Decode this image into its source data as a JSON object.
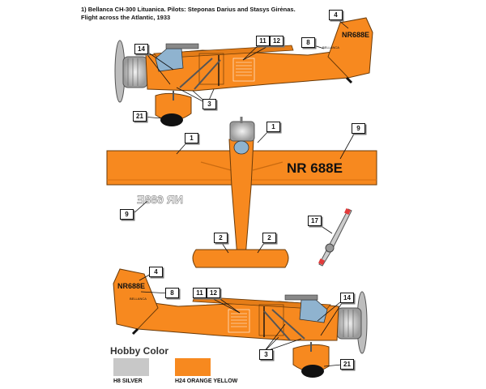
{
  "header": {
    "line1": "1) Bellanca CH-300 Lituanica. Pilots: Steponas Darius and Stasys Girėnas.",
    "line2": "Flight across the Atlantic, 1933"
  },
  "registration": "NR 688E",
  "registration_compact": "NR688E",
  "callouts": [
    "1",
    "2",
    "3",
    "4",
    "8",
    "9",
    "11",
    "12",
    "14",
    "17",
    "21"
  ],
  "legend": {
    "title": "Hobby Color",
    "items": [
      {
        "label": "H8 SILVER",
        "color": "#c8c8c8"
      },
      {
        "label": "H24 ORANGE YELLOW",
        "color": "#f7891f"
      }
    ]
  },
  "colors": {
    "orange": "#f7891f",
    "orange_dark": "#d9700f",
    "silver": "#c8c8c8",
    "black": "#111111"
  }
}
